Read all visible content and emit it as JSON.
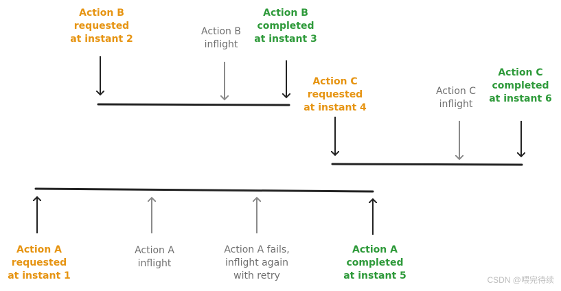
{
  "colors": {
    "requested": "#e69412",
    "completed": "#2e9a3a",
    "inflight": "#707070",
    "line": "#222222",
    "arrow_gray": "#8a8a8a"
  },
  "action_b": {
    "requested": "Action B\nrequested\nat instant 2",
    "inflight": "Action B\ninflight",
    "completed": "Action B\ncompleted\nat instant 3"
  },
  "action_c": {
    "requested": "Action C\nrequested\nat instant 4",
    "inflight": "Action C\ninflight",
    "completed": "Action C\ncompleted\nat instant 6"
  },
  "action_a": {
    "requested": "Action A\nrequested\nat instant 1",
    "inflight": "Action A\ninflight",
    "retry": "Action A fails,\ninflight again\nwith retry",
    "completed": "Action A\ncompleted\nat instant 5"
  },
  "watermark": "CSDN @喂完待续"
}
